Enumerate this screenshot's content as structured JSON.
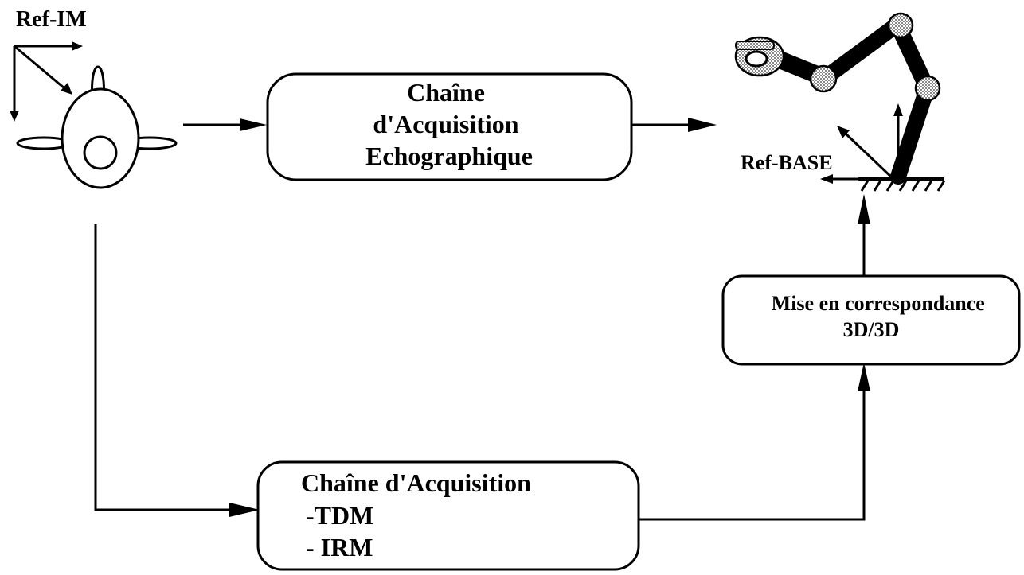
{
  "diagram": {
    "ref_im_label": "Ref-IM",
    "ref_base_label": "Ref-BASE",
    "echo_box": {
      "lines": [
        "Chaîne",
        "d'Acquisition",
        "Echographique"
      ]
    },
    "ct_mri_box": {
      "lines": [
        "Chaîne d'Acquisition",
        "-TDM",
        "- IRM"
      ]
    },
    "matching_box": {
      "lines": [
        "Mise en correspondance",
        "3D/3D"
      ]
    }
  }
}
